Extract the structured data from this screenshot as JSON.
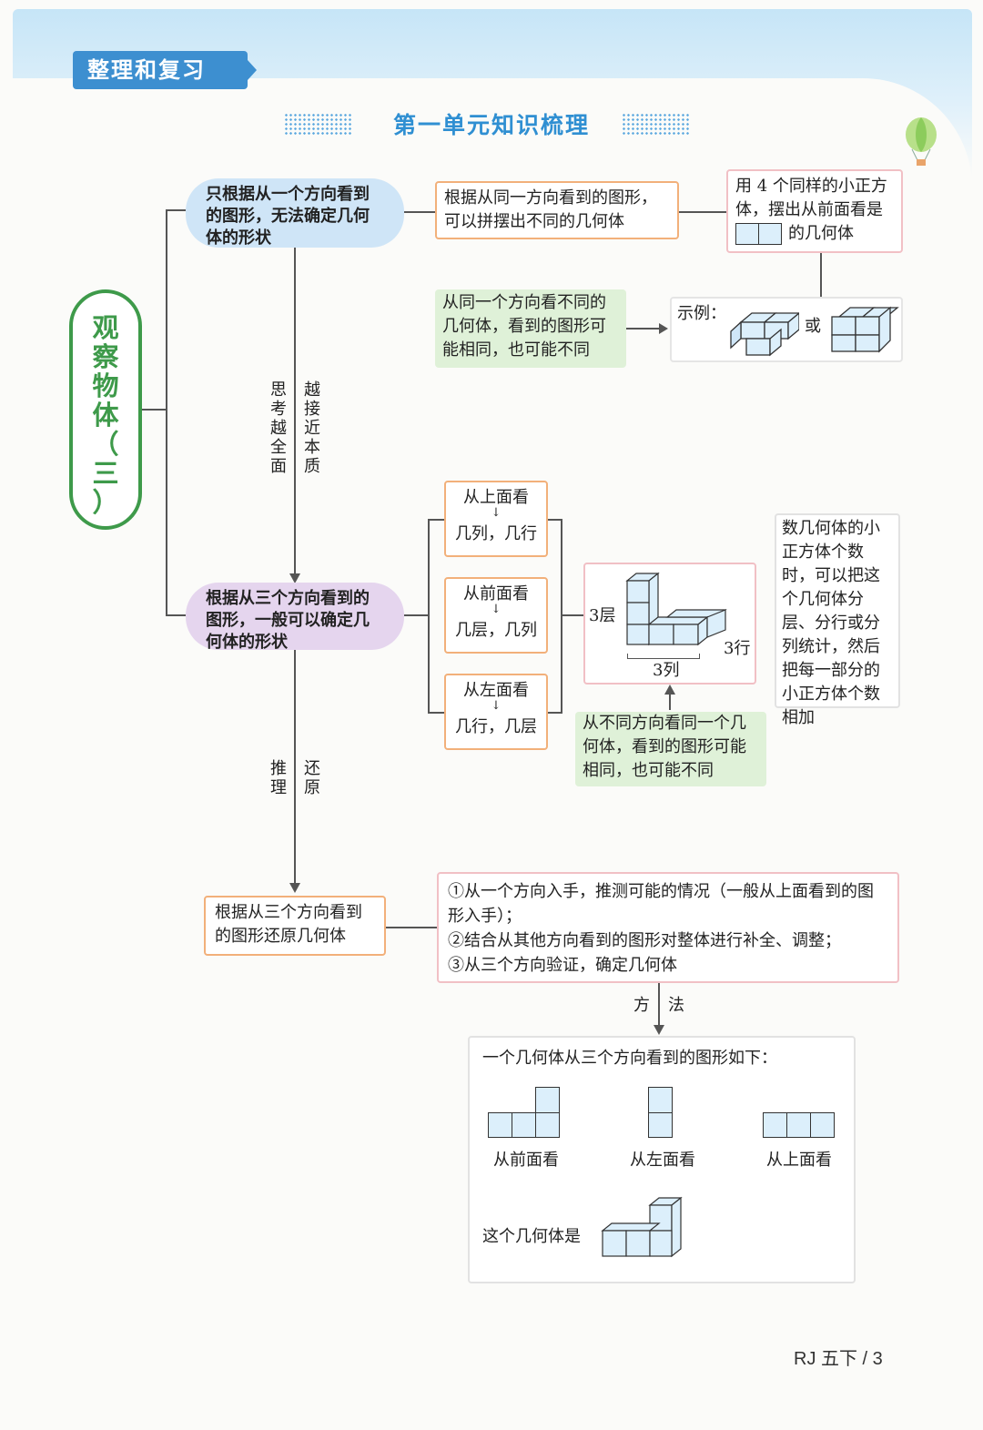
{
  "header": {
    "section_badge": "整理和复习",
    "unit_title": "第一单元知识梳理"
  },
  "main_topic": {
    "label_chars": [
      "观",
      "察",
      "物",
      "体",
      "（",
      "三",
      "）"
    ]
  },
  "branch_top": {
    "oval_text": "只根据从一个方向看到的图形，无法确定几何体的形状",
    "orange_box": "根据从同一方向看到的图形，可以拼摆出不同的几何体",
    "pink_box_1": "用 4 个同样的小正方体，摆出从前面看是",
    "pink_box_2": "的几何体",
    "green_box": "从同一个方向看不同的几何体，看到的图形可能相同，也可能不同",
    "example_label": "示例：",
    "or_label": "或"
  },
  "arrows": {
    "left_text": "思考越全面",
    "right_text": "越接近本质",
    "left_text_2": "推理",
    "right_text_2": "还原",
    "method_left": "方",
    "method_right": "法"
  },
  "branch_middle": {
    "oval_text": "根据从三个方向看到的图形，一般可以确定几何体的形状",
    "views": [
      {
        "top": "从上面看",
        "bottom": "几列，几行"
      },
      {
        "top": "从前面看",
        "bottom": "几层，几列"
      },
      {
        "top": "从左面看",
        "bottom": "几行，几层"
      }
    ],
    "cube_labels": {
      "layers": "3层",
      "rows": "3行",
      "cols": "3列"
    },
    "count_note": "数几何体的小正方体个数时，可以把这个几何体分层、分行或分列统计，然后把每一部分的小正方体个数相加",
    "green_note": "从不同方向看同一个几何体，看到的图形可能相同，也可能不同"
  },
  "branch_bottom": {
    "box_text": "根据从三个方向看到的图形还原几何体",
    "steps": [
      "①从一个方向入手，推测可能的情况（一般从上面看到的图形入手）；",
      "②结合从其他方向看到的图形对整体进行补全、调整；",
      "③从三个方向验证，确定几何体"
    ],
    "example_intro": "一个几何体从三个方向看到的图形如下：",
    "view_labels": [
      "从前面看",
      "从左面看",
      "从上面看"
    ],
    "result_label": "这个几何体是"
  },
  "footer": {
    "page": "RJ 五下 / 3"
  },
  "colors": {
    "accent": "#3d8fd0",
    "orange": "#f2b07a",
    "pink": "#f1c0c5",
    "green": "#dff1d8",
    "oval_blue": "#cfe5f7",
    "oval_purple": "#e5d5ee",
    "main_green": "#3e9a4a"
  }
}
